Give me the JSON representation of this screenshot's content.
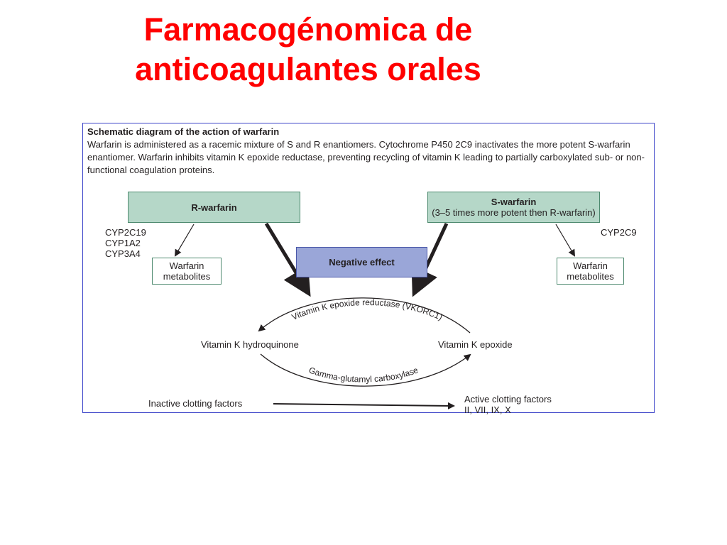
{
  "slide": {
    "title_line1": "Farmacogénomica de",
    "title_line2": "anticoagulantes orales",
    "title_color": "#ff0000"
  },
  "figure": {
    "caption_title": "Schematic diagram of the action of warfarin",
    "caption_body": "Warfarin is administered as a racemic mixture of S and R enantiomers. Cytochrome P450 2C9 inactivates the more potent S-warfarin enantiomer. Warfarin inhibits vitamin K epoxide reductase, preventing recycling of vitamin K leading to partially carboxylated sub- or non-functional coagulation proteins.",
    "r_warfarin": "R-warfarin",
    "s_warfarin": "S-warfarin",
    "s_warfarin_note": "(3–5 times more potent then R-warfarin)",
    "negative_effect": "Negative effect",
    "cyp_left": [
      "CYP2C19",
      "CYP1A2",
      "CYP3A4"
    ],
    "cyp_right": "CYP2C9",
    "metabolites_left": [
      "Warfarin",
      "metabolites"
    ],
    "metabolites_right": [
      "Warfarin",
      "metabolites"
    ],
    "vkorc1": "Vitamin K epoxide reductase (VKORC1)",
    "gamma": "Gamma-glutamyl carboxylase",
    "hydroquinone": "Vitamin K hydroquinone",
    "epoxide": "Vitamin K epoxide",
    "inactive": "Inactive clotting factors",
    "active": [
      "Active clotting factors",
      "II, VII, IX, X"
    ],
    "colors": {
      "frame": "#3b43c9",
      "green_box": "#b5d7c8",
      "blue_box": "#9aa6d8"
    }
  }
}
